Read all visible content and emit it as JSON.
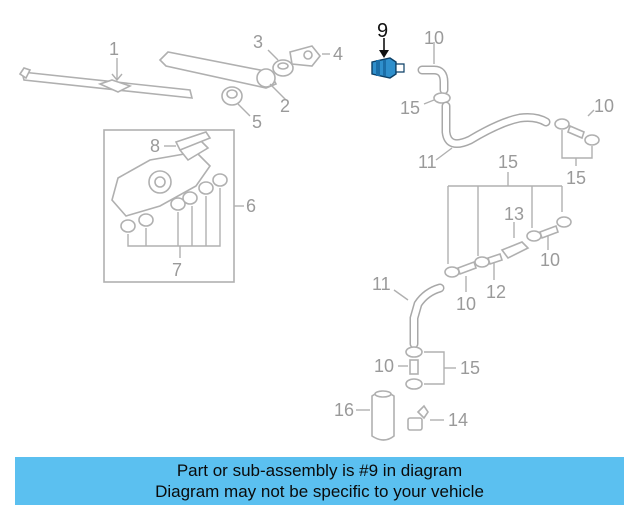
{
  "diagram": {
    "highlighted_part": "9",
    "callouts": {
      "c1": "1",
      "c2": "2",
      "c3": "3",
      "c4": "4",
      "c5": "5",
      "c6": "6",
      "c7": "7",
      "c8": "8",
      "c9": "9",
      "c10a": "10",
      "c10b": "10",
      "c10c": "10",
      "c10d": "10",
      "c10e": "10",
      "c11a": "11",
      "c11b": "11",
      "c12": "12",
      "c13": "13",
      "c14": "14",
      "c15a": "15",
      "c15b": "15",
      "c15c": "15",
      "c15d": "15",
      "c16": "16"
    },
    "colors": {
      "highlight": "#2f8fcc",
      "banner": "#5bc0f0",
      "linework": "#b0b0b0"
    }
  },
  "banner": {
    "line1": "Part or sub-assembly is #9 in diagram",
    "line2": "Diagram may not be specific to your vehicle"
  }
}
